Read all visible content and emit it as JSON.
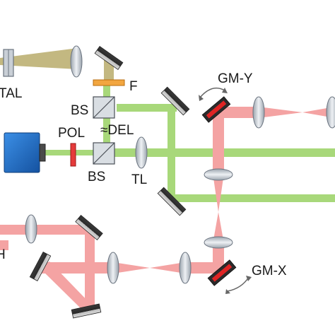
{
  "labels": {
    "tal": "TAL",
    "f": "F",
    "bs_top": "BS",
    "del": "≈DEL",
    "pol": "POL",
    "bs_bottom": "BS",
    "tl": "TL",
    "gm_y": "GM-Y",
    "gm_x": "GM-X",
    "h": "H"
  },
  "colors": {
    "green_beam": "#a8d87a",
    "red_beam": "#f4a3a3",
    "olive_beam": "#b9ab6b",
    "mirror_dark": "#2b2b2b",
    "mirror_light": "#b5b5b5",
    "lens": "#c9cfd6",
    "filter": "#f2a640",
    "pol": "#e53a3a",
    "camera": "#1e6fc7",
    "galvo_red": "#e02424"
  }
}
